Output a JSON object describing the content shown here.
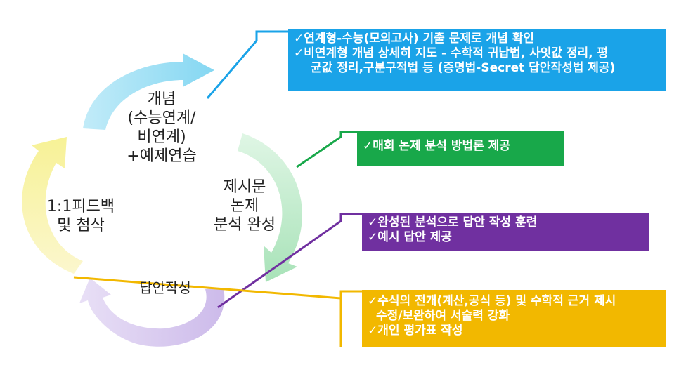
{
  "cycle": {
    "concept": [
      "개념",
      "(수능연계/",
      "비연계)",
      "+예제연습"
    ],
    "analysis": [
      "제시문",
      "논제",
      "분석 완성"
    ],
    "feedback": [
      "1:1피드백",
      "및 첨삭"
    ],
    "writing": [
      "답안작성"
    ]
  },
  "boxes": [
    {
      "color": "#1aa3e8",
      "lines": [
        "✓연계형-수능(모의고사) 기출 문제로 개념 확인",
        "✓비연계형 개념 상세히 지도 - 수학적 귀납법, 사잇값 정리, 평",
        "균값 정리,구분구적법 등 (증명법-Secret 답안작성법 제공)"
      ]
    },
    {
      "color": "#18a84a",
      "lines": [
        "✓매회 논제 분석 방법론  제공"
      ]
    },
    {
      "color": "#7030a0",
      "lines": [
        "✓완성된 분석으로 답안 작성 훈련",
        "✓예시 답안 제공"
      ]
    },
    {
      "color": "#f2b800",
      "lines": [
        "✓수식의 전개(계산,공식 등) 및 수학적 근거 제시",
        "수정/보완하여 서술력 강화",
        "✓개인 평가표 작성"
      ]
    }
  ]
}
